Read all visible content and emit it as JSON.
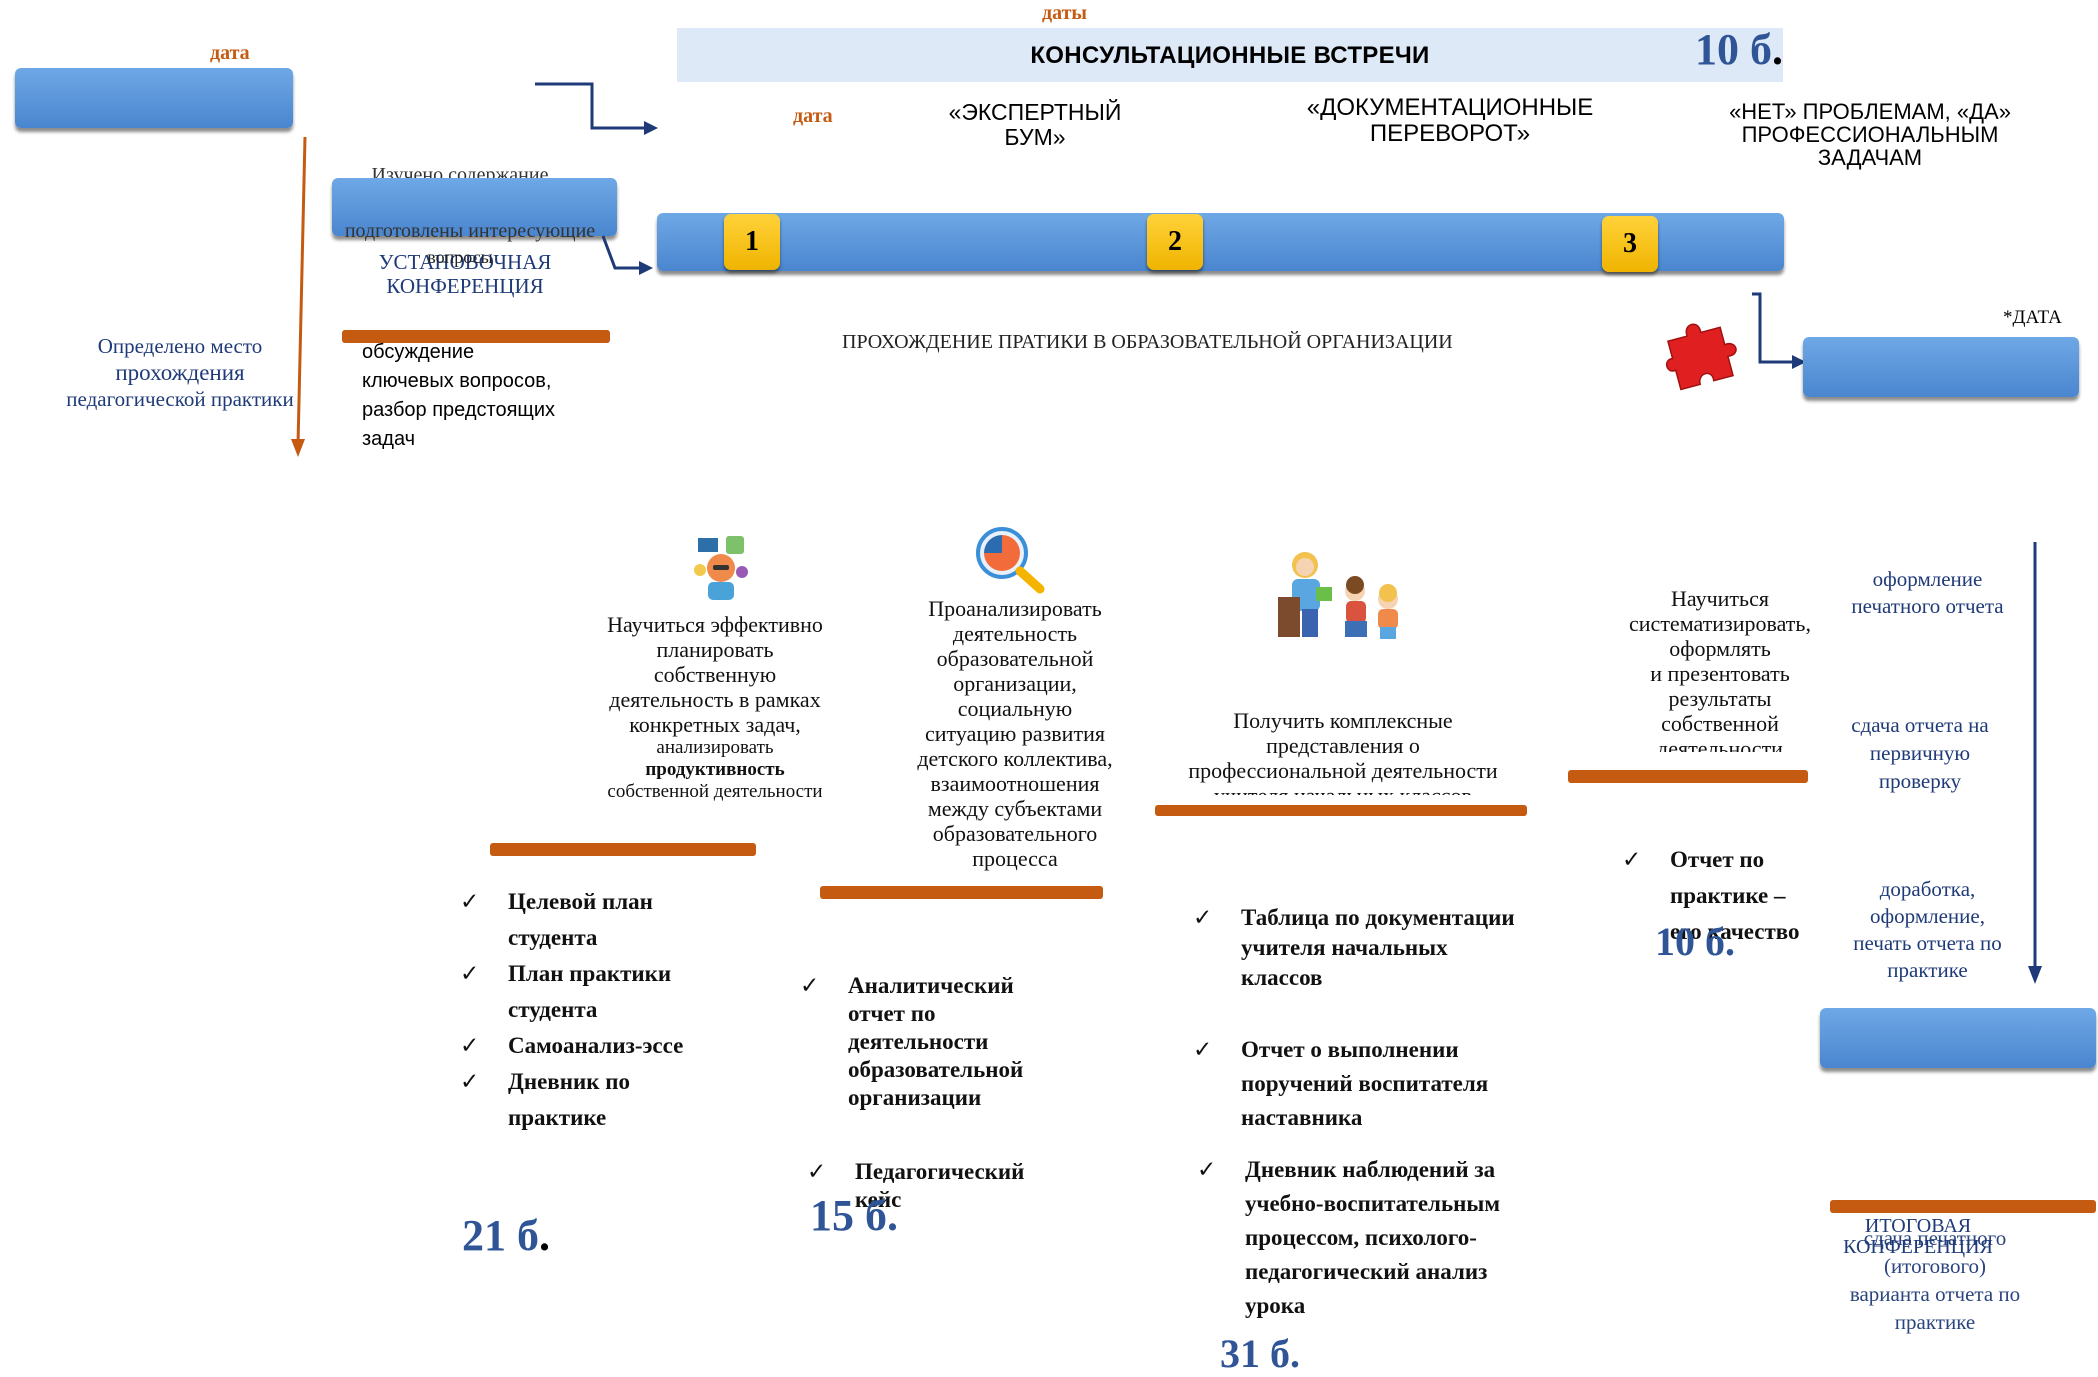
{
  "header": {
    "dates_label": "даты",
    "title": "КОНСУЛЬТАЦИОННЫЕ ВСТРЕЧИ",
    "score": "10 б",
    "score_dot": "."
  },
  "left_top": {
    "date_label": "дата",
    "placement_text": [
      "Определено место",
      "прохождения",
      "педагогической практики"
    ]
  },
  "conference": {
    "studied_line1": "Изучено содержание",
    "studied_line2": "подготовлены интересующие",
    "studied_line3": "вопросы",
    "title_line1": "УСТАНОВОЧНАЯ",
    "title_line2": "КОНФЕРЕНЦИЯ",
    "discussion": [
      "обсуждение",
      "ключевых  вопросов,",
      "разбор  предстоящих",
      "задач"
    ]
  },
  "consultations": {
    "date_label": "дата",
    "items": [
      {
        "num": "1",
        "title": [
          "«ЭКСПЕРТНЫЙ",
          "БУМ»"
        ]
      },
      {
        "num": "2",
        "title": [
          "«ДОКУМЕНТАЦИОННЫЕ",
          "ПЕРЕВОРОТ»"
        ]
      },
      {
        "num": "3",
        "title": [
          "«НЕТ» ПРОБЛЕМАМ, «ДА»",
          "ПРОФЕССИОНАЛЬНЫМ",
          "ЗАДАЧАМ"
        ]
      }
    ]
  },
  "practice_caption": "ПРОХОЖДЕНИЕ ПРАТИКИ В ОБРАЗОВАТЕЛЬНОЙ ОРГАНИЗАЦИИ",
  "right_date": "*ДАТА",
  "columns": [
    {
      "goal": [
        "Научиться эффективно",
        "планировать",
        "собственную",
        "деятельность в рамках",
        "конкретных задач,"
      ],
      "goal_small": [
        "анализировать"
      ],
      "goal_bold": "продуктивность",
      "goal_tail": "собственной деятельности",
      "items": [
        "Целевой    план студента",
        "План  практики студента",
        "Самоанализ-эссе",
        "Дневник        по практике"
      ],
      "score": "21 б",
      "score_dot": "."
    },
    {
      "goal": [
        "Проанализировать",
        "деятельность",
        "образовательной",
        "организации,",
        "социальную",
        "ситуацию развития",
        "детского коллектива,",
        "взаимоотношения",
        "между субъектами",
        "образовательного",
        "процесса"
      ],
      "items": [
        "Аналитический отчет по деятельности образовательной организации",
        "Педагогический кейс"
      ],
      "score": "15 б",
      "score_dot": "."
    },
    {
      "goal": [
        "Получить комплексные",
        "представления о",
        "профессиональной деятельности",
        "учителя начальных классов"
      ],
      "items": [
        "Таблица по документации учителя начальных классов",
        "Отчет о выполнении поручений воспитателя наставника",
        "Дневник наблюдений за учебно-воспитательным процессом, психолого-педагогический анализ урока"
      ],
      "score": "31 б",
      "score_dot": "."
    },
    {
      "goal": [
        "Научиться",
        "систематизировать,",
        "оформлять",
        "и презентовать",
        "результаты",
        "собственной",
        "деятельности"
      ],
      "items": [
        "Отчет по практике – его качество"
      ],
      "score": "10 б",
      "score_dot": "."
    }
  ],
  "final_steps": {
    "steps": [
      [
        "оформление",
        "печатного отчета"
      ],
      [
        "сдача отчета на",
        "первичную",
        "проверку"
      ],
      [
        "доработка,",
        "оформление,",
        "печать отчета по",
        "практике"
      ]
    ],
    "final_overlap1": [
      "ИТОГОВАЯ",
      "КОНФЕРЕНЦИЯ"
    ],
    "final_overlap2": [
      "сдача печатного",
      "(итогового)",
      "варианта отчета по",
      "практике"
    ]
  },
  "colors": {
    "bar_blue": "#5b9be0",
    "orange": "#c55a11",
    "navy": "#1f3a78",
    "score_blue": "#2f5597",
    "badge_yellow": "#ffc000",
    "puzzle_red": "#e02020"
  },
  "icons": [
    "planning-people-icon",
    "chart-magnifier-icon",
    "teacher-children-icon",
    "puzzle-piece-icon"
  ]
}
